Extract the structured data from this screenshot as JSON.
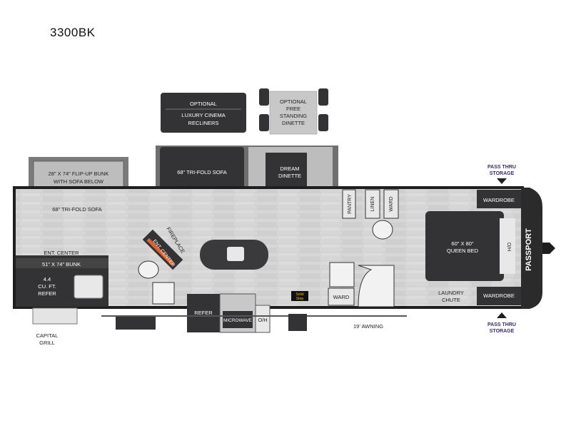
{
  "model": "3300BK",
  "brand": "PASSPORT",
  "labels": {
    "optional_recliners": [
      "OPTIONAL",
      "LUXURY CINEMA",
      "RECLINERS"
    ],
    "optional_dinette": [
      "OPTIONAL",
      "FREE",
      "STANDING",
      "DINETTE"
    ],
    "flip_up_bunk": [
      "28\" X 74\" FLIP-UP BUNK",
      "WITH SOFA BELOW"
    ],
    "sofa_top": "68\" TRI-FOLD SOFA",
    "sofa_left": "68\" TRI-FOLD SOFA",
    "dream_dinette": [
      "DREAM",
      "DINETTE"
    ],
    "pantry": "PANTRY",
    "linen": "LINEN",
    "ward": "WARD",
    "pass_thru_top": [
      "PASS THRU",
      "STORAGE"
    ],
    "pass_thru_bottom": [
      "PASS THRU",
      "STORAGE"
    ],
    "wardrobe_top": "WARDROBE",
    "wardrobe_bottom": "WARDROBE",
    "queen_bed": [
      "60\" X 80\"",
      "QUEEN BED"
    ],
    "ho": "H/O",
    "fireplace": "FIREPLACE",
    "ent_center_diag": "ENT. CENTER",
    "ent_center": "ENT. CENTER",
    "bunk": "51\" X 74\" BUNK",
    "refer_small": [
      "4.4",
      "CU. FT.",
      "REFER"
    ],
    "capital_grill": [
      "CAPITAL",
      "GRILL"
    ],
    "refer": "REFER",
    "microwave": "MICROWAVE",
    "oh": "O/H",
    "ward_bath": "WARD",
    "awning": "19' AWNING",
    "laundry": [
      "LAUNDRY",
      "CHUTE"
    ],
    "solid_step": [
      "Solid",
      "Step"
    ]
  },
  "colors": {
    "floor": "#d8d8d8",
    "furniture": "#333336",
    "furniture_light": "#bdbdbd",
    "wall": "#1e1e1e",
    "accent": "#3a2a6a"
  }
}
